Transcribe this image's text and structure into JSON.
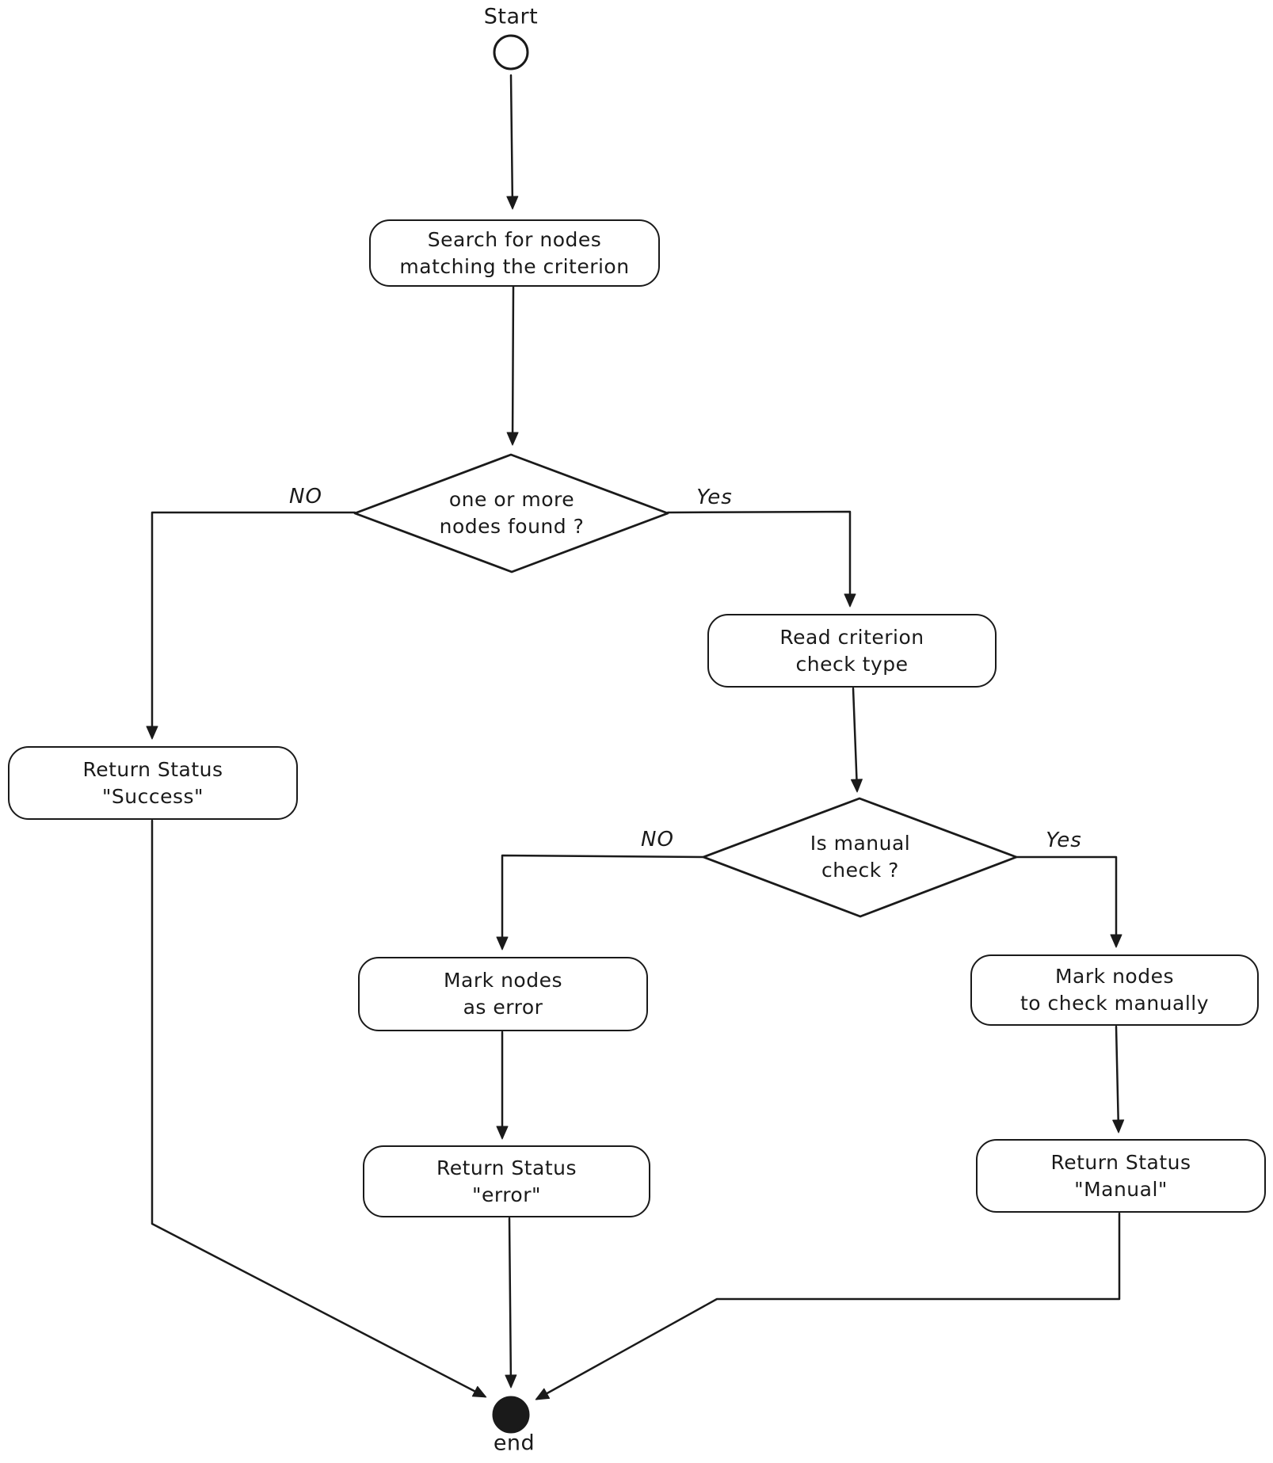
{
  "diagram": {
    "start_label": "Start",
    "end_label": "end",
    "nodes": {
      "search": {
        "line1": "Search for nodes",
        "line2": "matching the criterion"
      },
      "found_decision": {
        "line1": "one or more",
        "line2": "nodes found ?"
      },
      "read_criterion": {
        "line1": "Read criterion",
        "line2": "check type"
      },
      "return_success": {
        "line1": "Return Status",
        "line2": "\"Success\""
      },
      "manual_decision": {
        "line1": "Is manual",
        "line2": "check ?"
      },
      "mark_error": {
        "line1": "Mark nodes",
        "line2": "as error"
      },
      "mark_manual": {
        "line1": "Mark nodes",
        "line2": "to check manually"
      },
      "return_error": {
        "line1": "Return Status",
        "line2": "\"error\""
      },
      "return_manual": {
        "line1": "Return Status",
        "line2": "\"Manual\""
      }
    },
    "edge_labels": {
      "found_no": "NO",
      "found_yes": "Yes",
      "manual_no": "NO",
      "manual_yes": "Yes"
    },
    "colors": {
      "stroke": "#1a1a1a",
      "background": "#ffffff"
    }
  }
}
